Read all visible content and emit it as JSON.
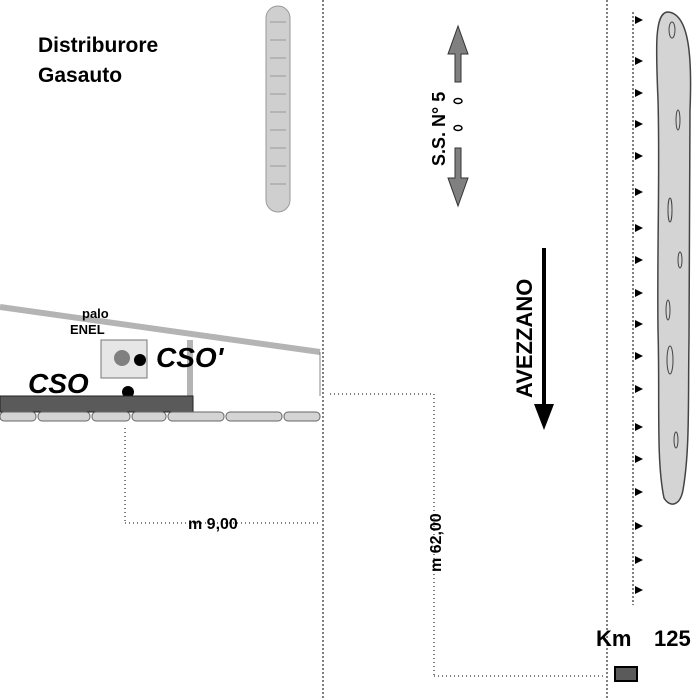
{
  "labels": {
    "station_line1": "Distriburore",
    "station_line2": "Gasauto",
    "road_name": "S.S. N° 5",
    "direction": "AVEZZANO",
    "pole_line1": "palo",
    "pole_line2": "ENEL",
    "cso": "CSO",
    "cso_prime": "CSO'",
    "distance_horizontal": "m 9,00",
    "distance_vertical": "m 62,00",
    "km_label": "Km",
    "km_value": "125"
  },
  "colors": {
    "ink": "#000000",
    "road_gray": "#b4b4b4",
    "pad_dark": "#5a5a5a",
    "pole_fill": "#e6e6e6",
    "pole_dot": "#808080",
    "strip_fill": "#d4d4d4"
  },
  "icons": {
    "arrow_up": "arrow-up-icon",
    "arrow_down": "arrow-down-icon",
    "direction_arrow": "arrow-down-icon",
    "pole": "pole-icon",
    "marker": "km-marker-icon"
  }
}
